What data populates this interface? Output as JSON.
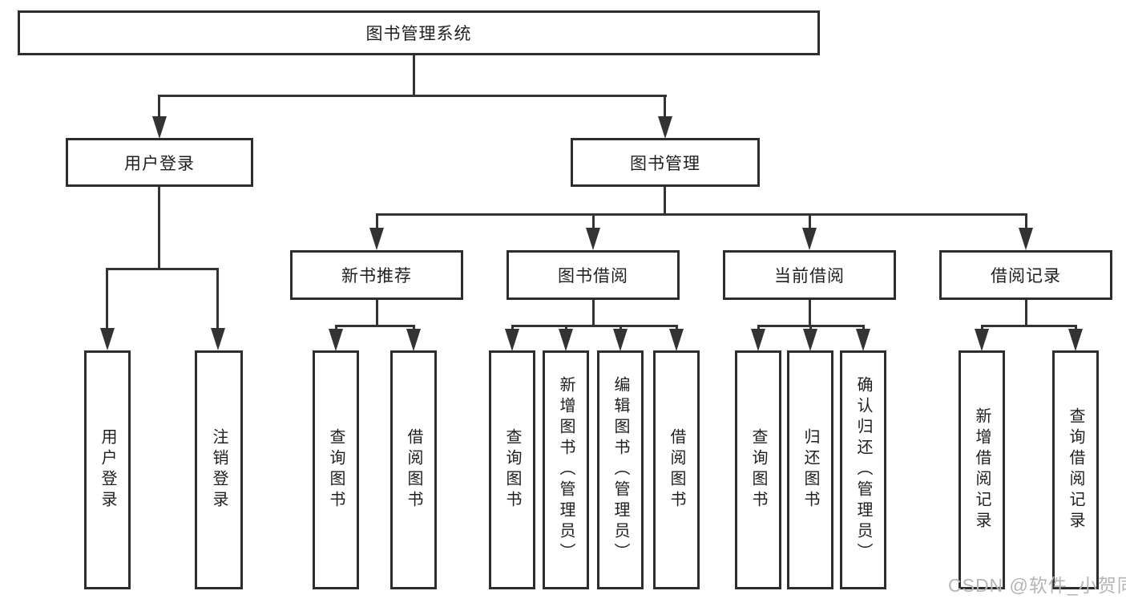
{
  "tree": {
    "root": {
      "label": "图书管理系统"
    },
    "branches": [
      {
        "label": "用户登录",
        "children": [
          {
            "label": "用户登录"
          },
          {
            "label": "注销登录"
          }
        ]
      },
      {
        "label": "图书管理",
        "children": [
          {
            "label": "新书推荐",
            "children": [
              {
                "label": "查询图书"
              },
              {
                "label": "借阅图书"
              }
            ]
          },
          {
            "label": "图书借阅",
            "children": [
              {
                "label": "查询图书"
              },
              {
                "label": "新增图书（管理员）"
              },
              {
                "label": "编辑图书（管理员）"
              },
              {
                "label": "借阅图书"
              }
            ]
          },
          {
            "label": "当前借阅",
            "children": [
              {
                "label": "查询图书"
              },
              {
                "label": "归还图书"
              },
              {
                "label": "确认归还（管理员）"
              }
            ]
          },
          {
            "label": "借阅记录",
            "children": [
              {
                "label": "新增借阅记录"
              },
              {
                "label": "查询借阅记录"
              }
            ]
          }
        ]
      }
    ]
  },
  "watermark": {
    "text": "CSDN @软件_小贺同学"
  },
  "colors": {
    "line": "#333333",
    "border": "#2d2d2d",
    "text": "#1f1f1f",
    "watermark": "#b5b5b5",
    "background": "#ffffff"
  }
}
